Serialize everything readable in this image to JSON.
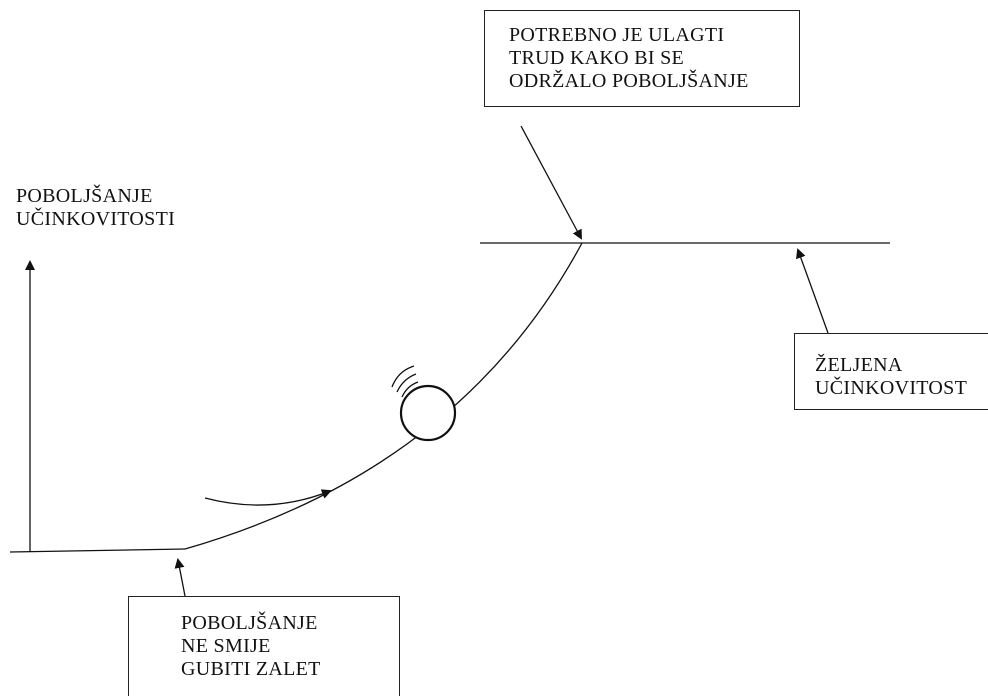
{
  "axis": {
    "y_label_lines": [
      "POBOLJŠANJE",
      "UČINKOVITOSTI"
    ]
  },
  "callouts": {
    "top": {
      "lines": [
        "POTREBNO JE ULAGTI",
        "TRUD KAKO BI SE",
        "ODRŽALO POBOLJŠANJE"
      ]
    },
    "right": {
      "lines": [
        "ŽELJENA",
        "UČINKOVITOST"
      ]
    },
    "bottom": {
      "lines": [
        "POBOLJŠANJE",
        "NE SMIJE",
        "GUBITI ZALET"
      ]
    }
  }
}
